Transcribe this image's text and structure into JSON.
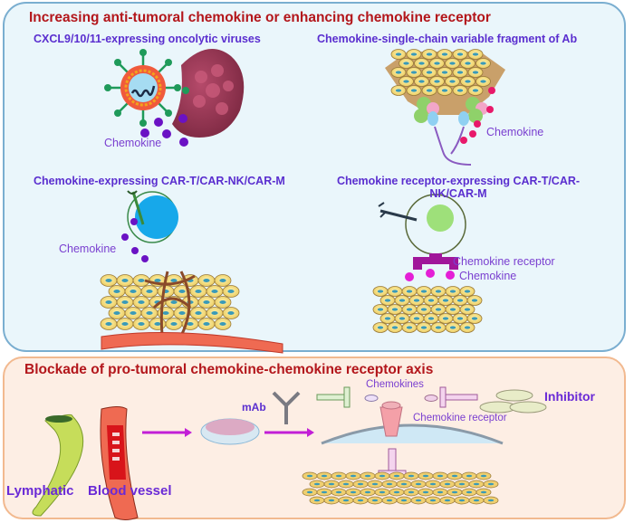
{
  "top_panel": {
    "title": "Increasing anti-tumoral chemokine or enhancing chemokine receptor",
    "quadrants": [
      {
        "title": "CXCL9/10/11-expressing oncolytic viruses",
        "labels": [
          "Chemokine"
        ]
      },
      {
        "title": "Chemokine-single-chain variable fragment of Ab",
        "labels": [
          "Chemokine"
        ]
      },
      {
        "title": "Chemokine-expressing CAR-T/CAR-NK/CAR-M",
        "labels": [
          "Chemokine"
        ]
      },
      {
        "title_line1": "Chemokine receptor-expressing CAR-T/CAR-",
        "title_line2": "NK/CAR-M",
        "labels": [
          "Chemokine receptor",
          "Chemokine"
        ]
      }
    ]
  },
  "bottom_panel": {
    "title": "Blockade of pro-tumoral chemokine-chemokine receptor axis",
    "labels": {
      "lymphatic": "Lymphatic",
      "blood_vessel": "Blood vessel",
      "mab": "mAb",
      "chemokines": "Chemokines",
      "chemokine_receptor": "Chemokine receptor",
      "inhibitor": "Inhibitor"
    }
  },
  "colors": {
    "title_red": "#b3161b",
    "subtitle_purple": "#5a2ecf",
    "label_purple": "#7a3fd0",
    "arrow_magenta": "#c21fd6",
    "top_bg": "#eaf6fb",
    "bottom_bg": "#fdeee4"
  }
}
